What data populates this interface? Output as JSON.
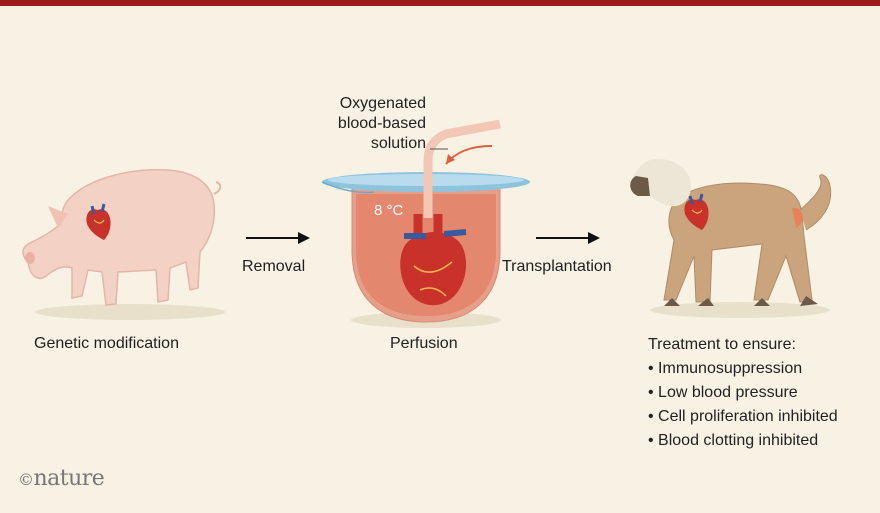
{
  "steps": {
    "genetic_modification": "Genetic modification",
    "removal": "Removal",
    "perfusion": "Perfusion",
    "transplantation": "Transplantation"
  },
  "perfusion_annotation": {
    "line1": "Oxygenated",
    "line2": "blood-based",
    "line3": "solution",
    "temperature": "8 °C"
  },
  "treatment": {
    "heading": "Treatment to ensure:",
    "items": [
      "Immunosuppression",
      "Low blood pressure",
      "Cell proliferation inhibited",
      "Blood clotting inhibited"
    ]
  },
  "logo": {
    "copyright": "©",
    "brand": "nature"
  },
  "colors": {
    "topbar": "#9e1b1b",
    "background": "#f7f2e4",
    "pig": "#f4d1c5",
    "baboon": "#c9a47c",
    "heart": "#c8322a",
    "solution": "#e0846a",
    "container_rim": "#8ec3dd"
  }
}
